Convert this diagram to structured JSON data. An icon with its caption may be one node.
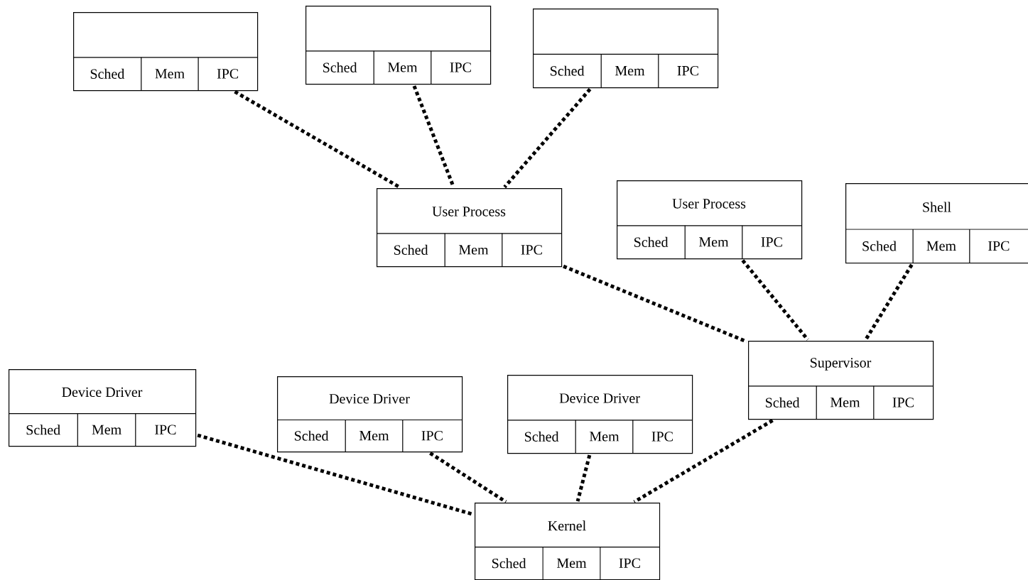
{
  "diagram": {
    "nodes": [
      {
        "text": [
          "Sched",
          "Mem",
          "IPC"
        ]
      },
      {
        "text": [
          "Sched",
          "Mem",
          "IPC"
        ]
      },
      {
        "text": [
          "Sched",
          "Mem",
          "IPC"
        ]
      },
      {
        "text": [
          "User Process",
          "Sched",
          "Mem",
          "IPC"
        ]
      },
      {
        "text": [
          "User Process",
          "Sched",
          "Mem",
          "IPC"
        ]
      },
      {
        "text": [
          "Shell",
          "Sched",
          "Mem",
          "IPC"
        ]
      },
      {
        "text": [
          "Supervisor",
          "Sched",
          "Mem",
          "IPC"
        ]
      },
      {
        "text": [
          "Device Driver",
          "Sched",
          "Mem",
          "IPC"
        ]
      },
      {
        "text": [
          "Device Driver",
          "Sched",
          "Mem",
          "IPC"
        ]
      },
      {
        "text": [
          "Device Driver",
          "Sched",
          "Mem",
          "IPC"
        ]
      },
      {
        "text": [
          "Kernel",
          "Sched",
          "Mem",
          "IPC"
        ]
      }
    ],
    "edges": [
      {
        "from": 0,
        "to": 3,
        "arrow": "none",
        "style": "dashed"
      },
      {
        "from": 1,
        "to": 3,
        "arrow": "none",
        "style": "dashed"
      },
      {
        "from": 2,
        "to": 3,
        "arrow": "none",
        "style": "dashed"
      },
      {
        "from": 3,
        "to": 6,
        "arrow": "none",
        "style": "dashed"
      },
      {
        "from": 4,
        "to": 6,
        "arrow": "none",
        "style": "dashed"
      },
      {
        "from": 5,
        "to": 6,
        "arrow": "none",
        "style": "dashed"
      },
      {
        "from": 7,
        "to": 10,
        "arrow": "none",
        "style": "dashed"
      },
      {
        "from": 8,
        "to": 10,
        "arrow": "none",
        "style": "dashed"
      },
      {
        "from": 9,
        "to": 10,
        "arrow": "none",
        "style": "dashed"
      },
      {
        "from": 6,
        "to": 10,
        "arrow": "none",
        "style": "dashed"
      }
    ]
  }
}
